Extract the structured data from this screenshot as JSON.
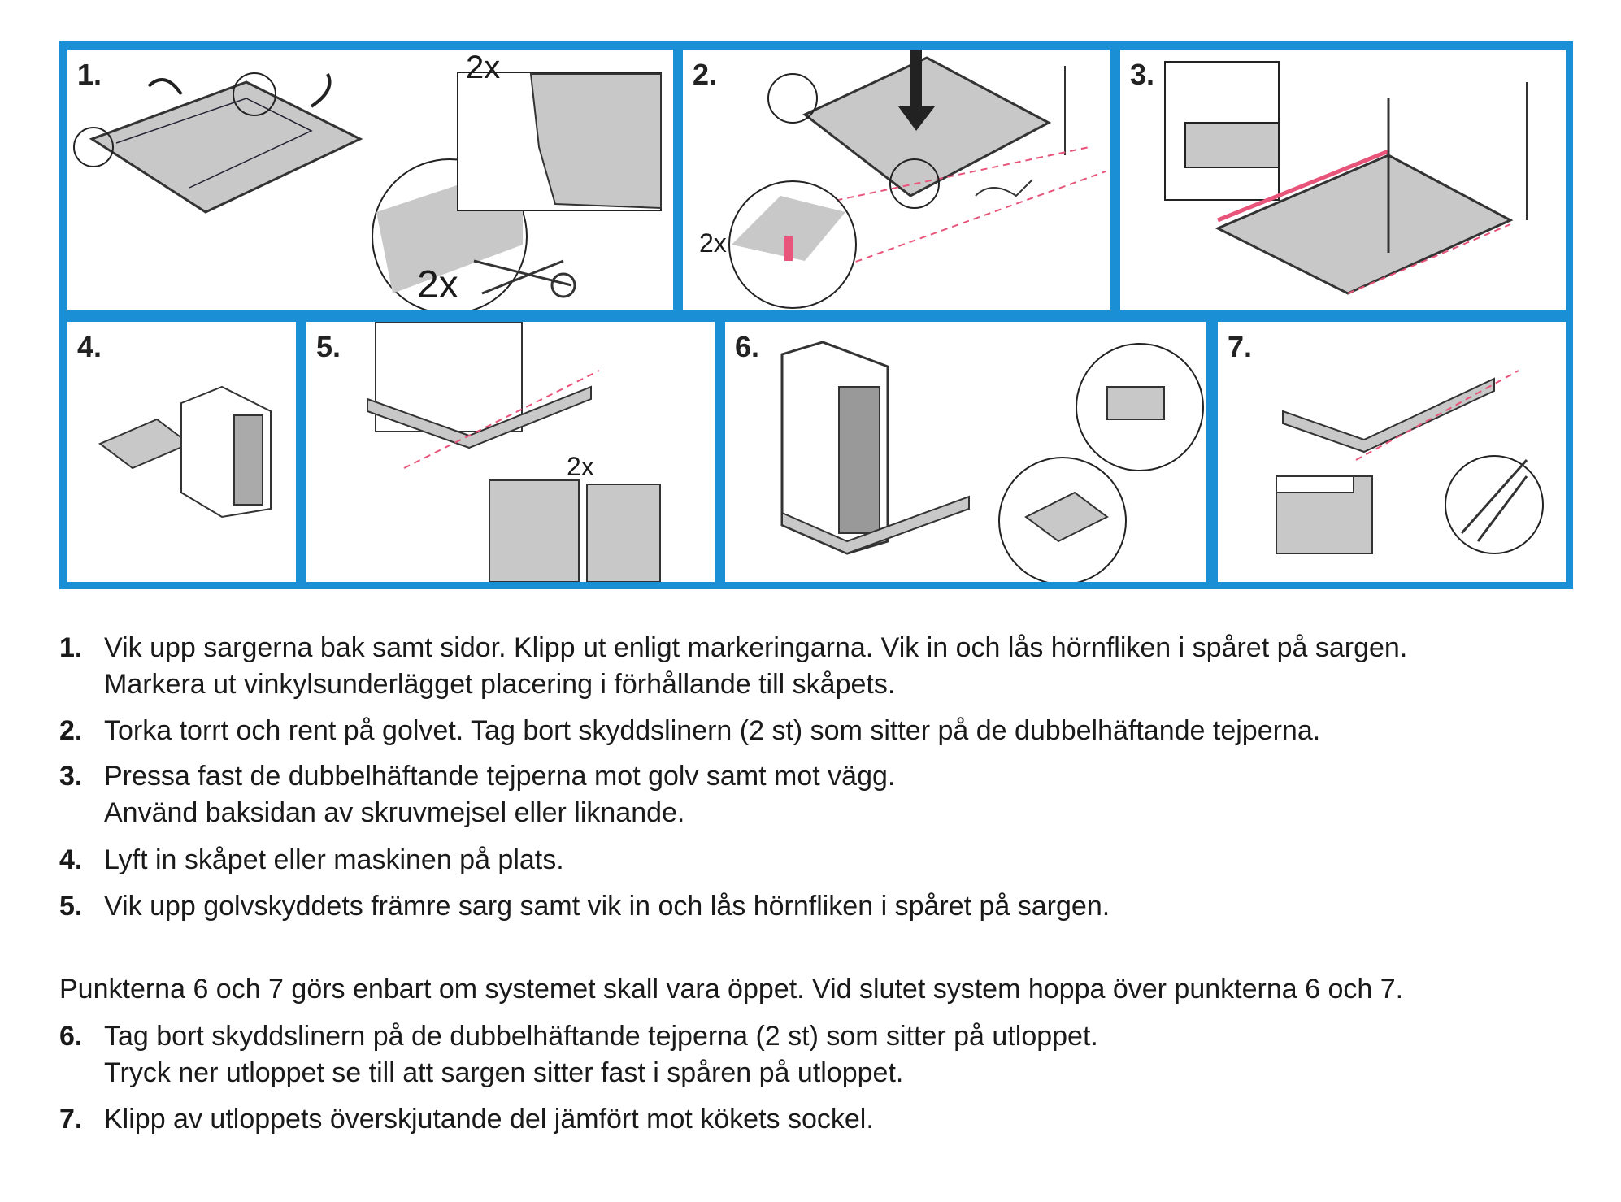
{
  "panels": [
    {
      "label": "1.",
      "callouts": [
        "2x",
        "2x"
      ]
    },
    {
      "label": "2.",
      "callouts": [
        "2x"
      ]
    },
    {
      "label": "3."
    },
    {
      "label": "4."
    },
    {
      "label": "5.",
      "callouts": [
        "2x"
      ]
    },
    {
      "label": "6."
    },
    {
      "label": "7."
    }
  ],
  "steps_a": [
    {
      "num": "1.",
      "lines": [
        "Vik upp sargerna bak samt sidor. Klipp ut enligt markeringarna. Vik in och lås hörnfliken i spåret på sargen.",
        "Markera ut vinkylsunderlägget placering i förhållande till skåpets."
      ]
    },
    {
      "num": "2.",
      "lines": [
        "Torka torrt och rent på golvet. Tag bort skyddslinern (2 st) som sitter på de dubbelhäftande tejperna."
      ]
    },
    {
      "num": "3.",
      "lines": [
        "Pressa fast de dubbelhäftande tejperna mot golv samt mot vägg.",
        "Använd baksidan av skruvmejsel eller liknande."
      ]
    },
    {
      "num": "4.",
      "lines": [
        "Lyft in skåpet eller maskinen på plats."
      ]
    },
    {
      "num": "5.",
      "lines": [
        "Vik upp golvskyddets främre sarg samt vik in och lås hörnfliken i spåret på sargen."
      ]
    }
  ],
  "note": "Punkterna 6 och 7 görs enbart om systemet skall vara öppet. Vid slutet system hoppa över punkterna 6 och 7.",
  "steps_b": [
    {
      "num": "6.",
      "lines": [
        "Tag bort skyddslinern på de dubbelhäftande tejperna (2 st) som sitter på utloppet.",
        "Tryck ner utloppet se till att sargen sitter fast i spåren på utloppet."
      ]
    },
    {
      "num": "7.",
      "lines": [
        "Klipp av utloppets överskjutande del jämfört mot kökets sockel."
      ]
    }
  ],
  "colors": {
    "frame": "#1a8fd6",
    "tape": "#e8547a",
    "tray": "#c8c8c8"
  }
}
